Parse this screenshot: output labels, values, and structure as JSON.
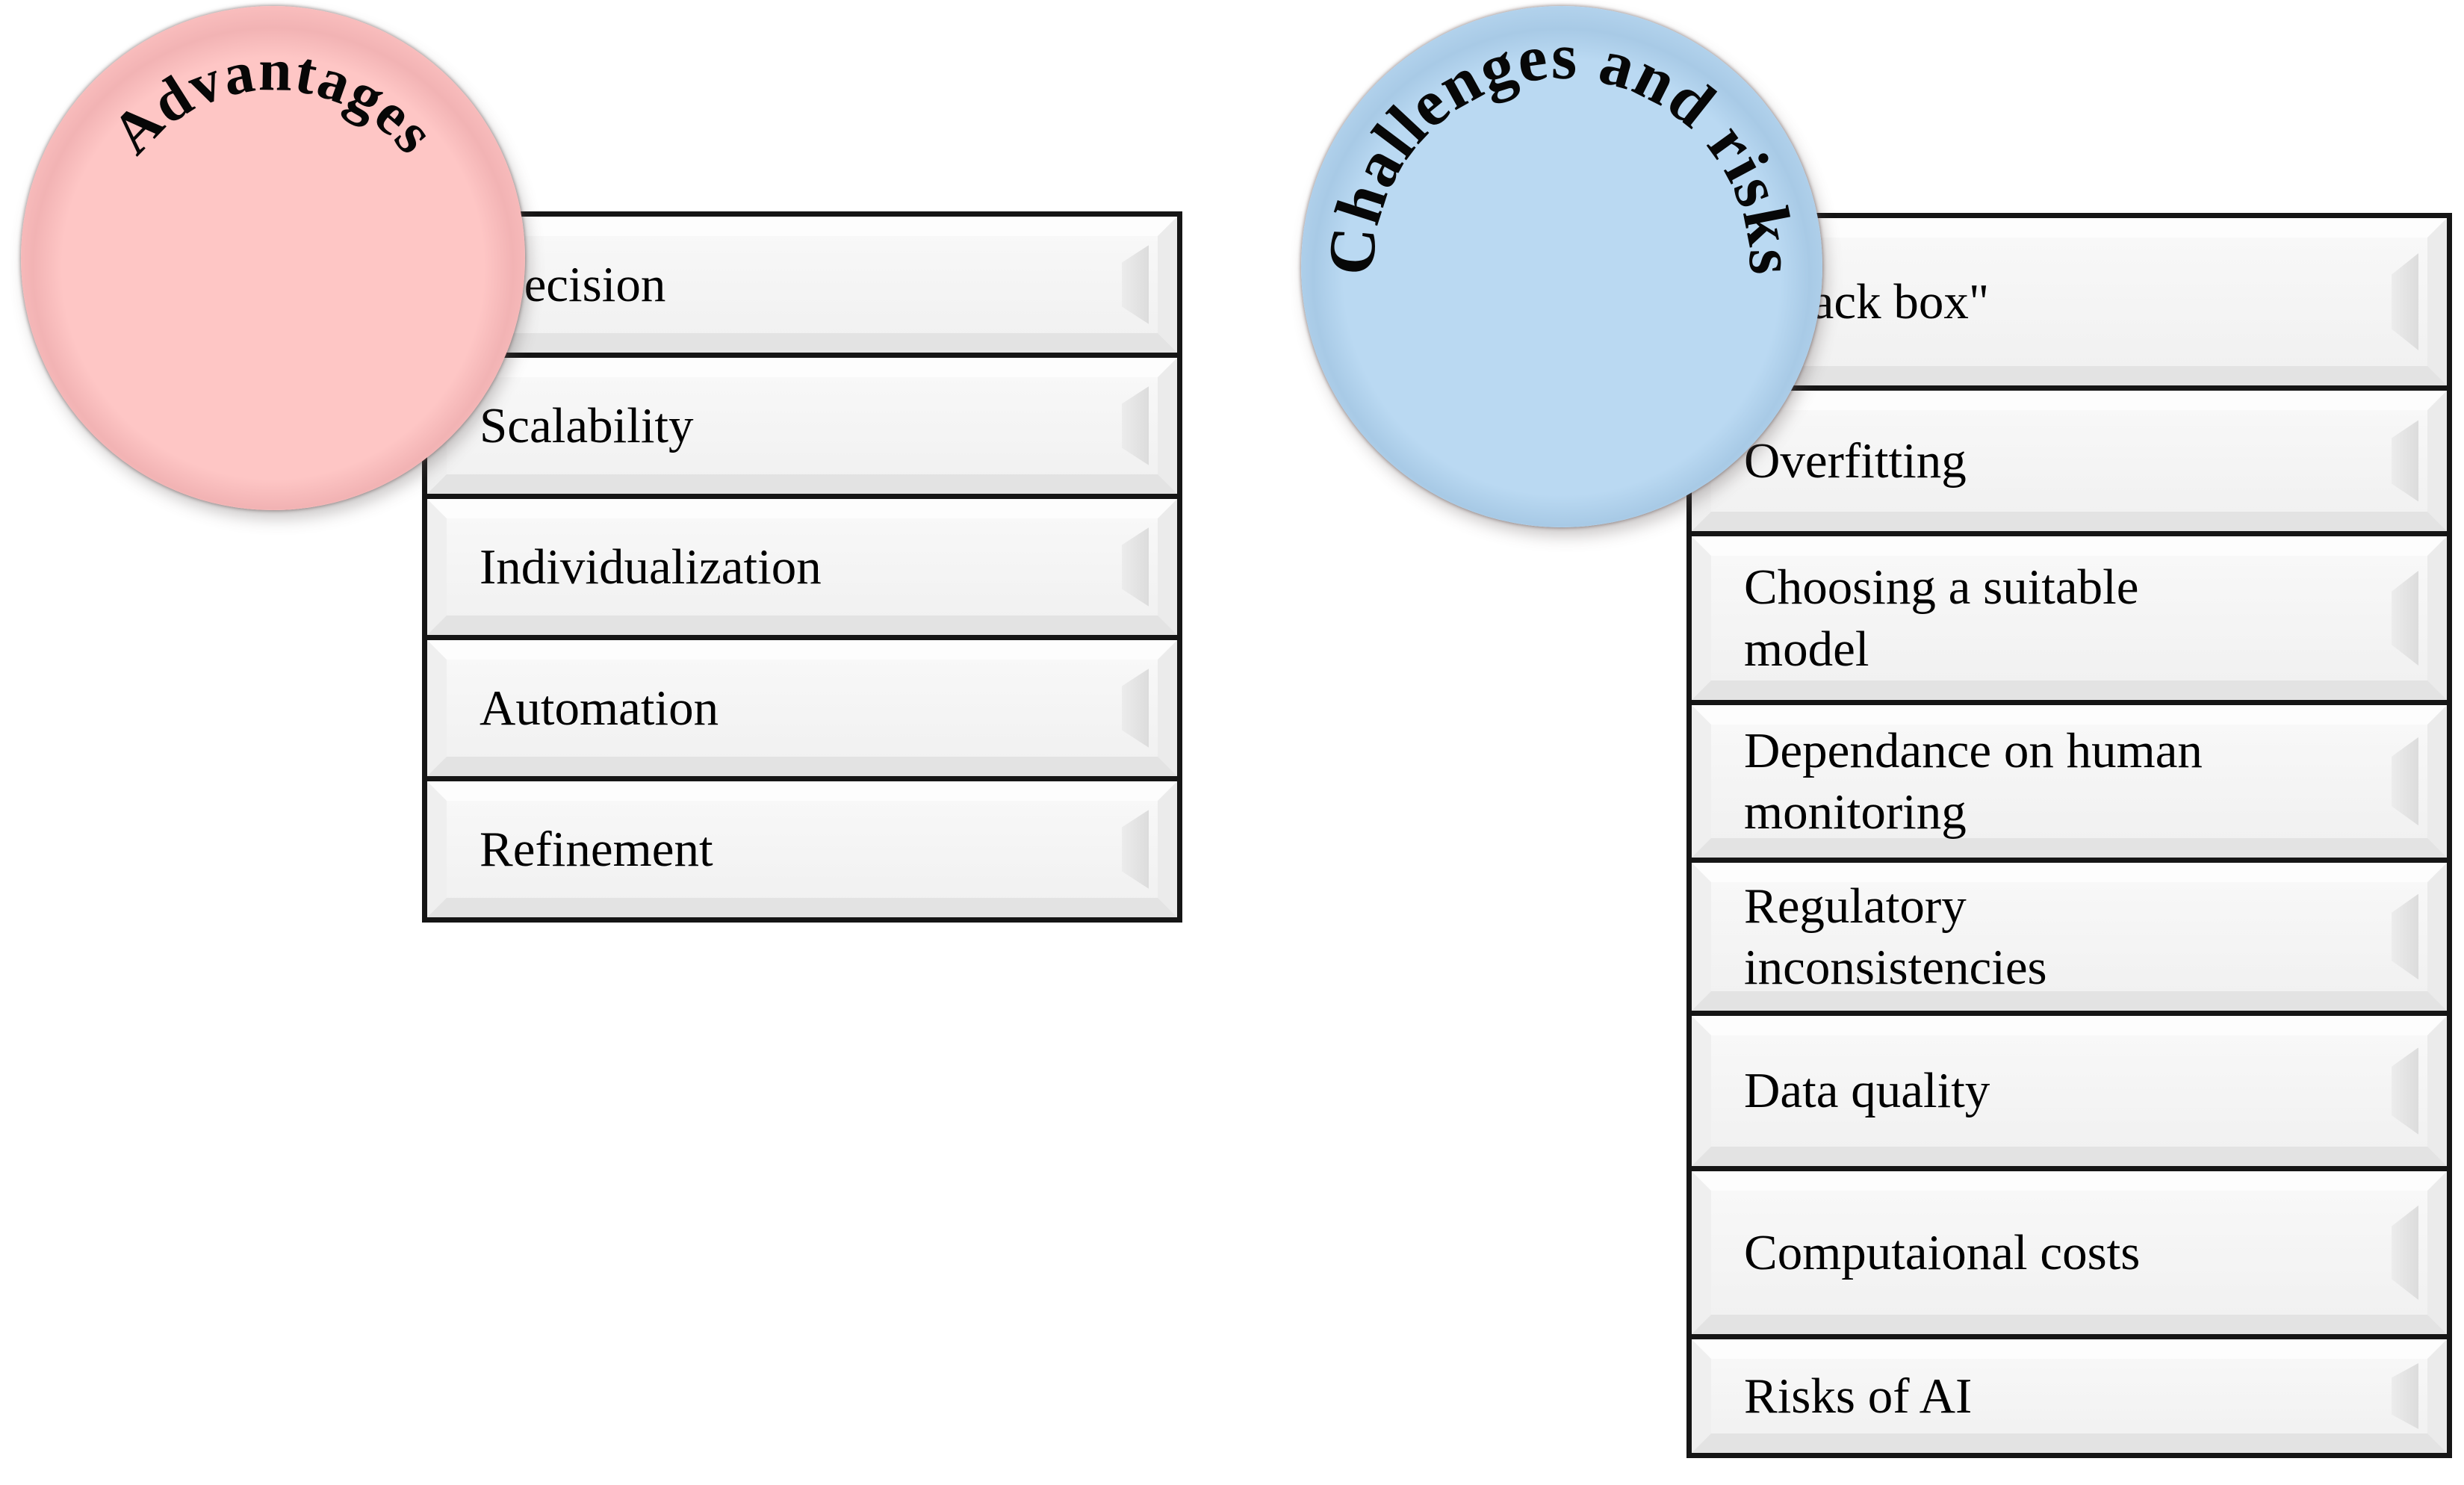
{
  "advantages": {
    "title": "Advantages",
    "circle_color": "#fdc5c4",
    "items": [
      "Precision",
      "Scalability",
      "Individualization",
      "Automation",
      "Refinement"
    ]
  },
  "challenges": {
    "title": "Challenges and risks",
    "circle_color": "#b9d8f1",
    "items": [
      "\"Black box\"",
      "Overfitting",
      "Choosing a suitable model",
      "Dependance on human monitoring",
      "Regulatory inconsistencies",
      "Data quality",
      "Computaional costs",
      "Risks of AI"
    ]
  }
}
